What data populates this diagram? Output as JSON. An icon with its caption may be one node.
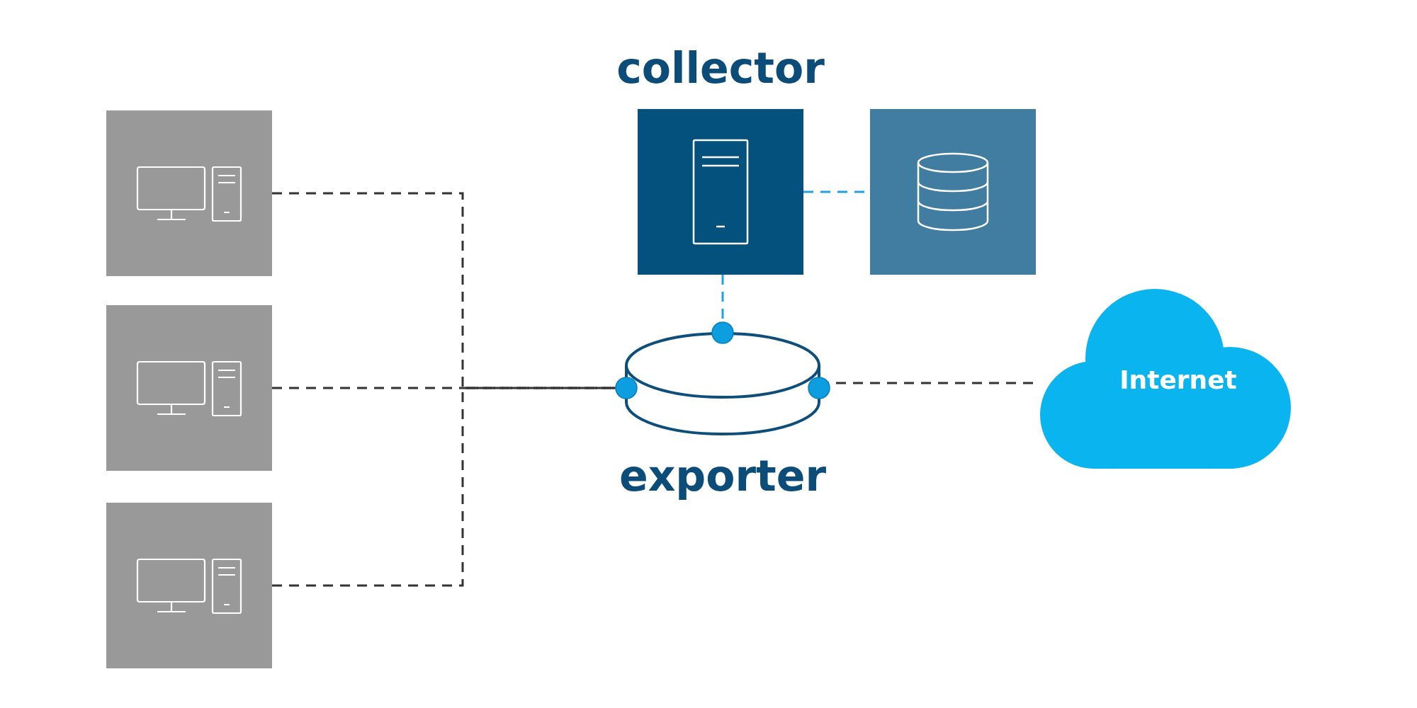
{
  "diagram": {
    "nodes": [
      {
        "text": [],
        "shape": "box"
      },
      {
        "text": [],
        "shape": "box"
      },
      {
        "text": [],
        "shape": "box"
      },
      {
        "text": [
          "collector"
        ]
      },
      {
        "text": [],
        "shape": "box"
      },
      {
        "text": [
          "exporter"
        ]
      },
      {
        "text": [
          "Internet"
        ]
      }
    ],
    "edges": [
      {
        "from": 0,
        "to": 5,
        "arrow": "none",
        "style": "dashed"
      },
      {
        "from": 1,
        "to": 5,
        "arrow": "none",
        "style": "dashed"
      },
      {
        "from": 2,
        "to": 5,
        "arrow": "none",
        "style": "dashed"
      },
      {
        "from": 3,
        "to": 4,
        "arrow": "none",
        "style": "dashed",
        "color": "#1ea3e6"
      },
      {
        "from": 3,
        "to": 5,
        "arrow": "none",
        "style": "dashed",
        "color": "#1ea3e6"
      },
      {
        "from": 5,
        "to": 6,
        "arrow": "none",
        "style": "dashed"
      }
    ]
  }
}
